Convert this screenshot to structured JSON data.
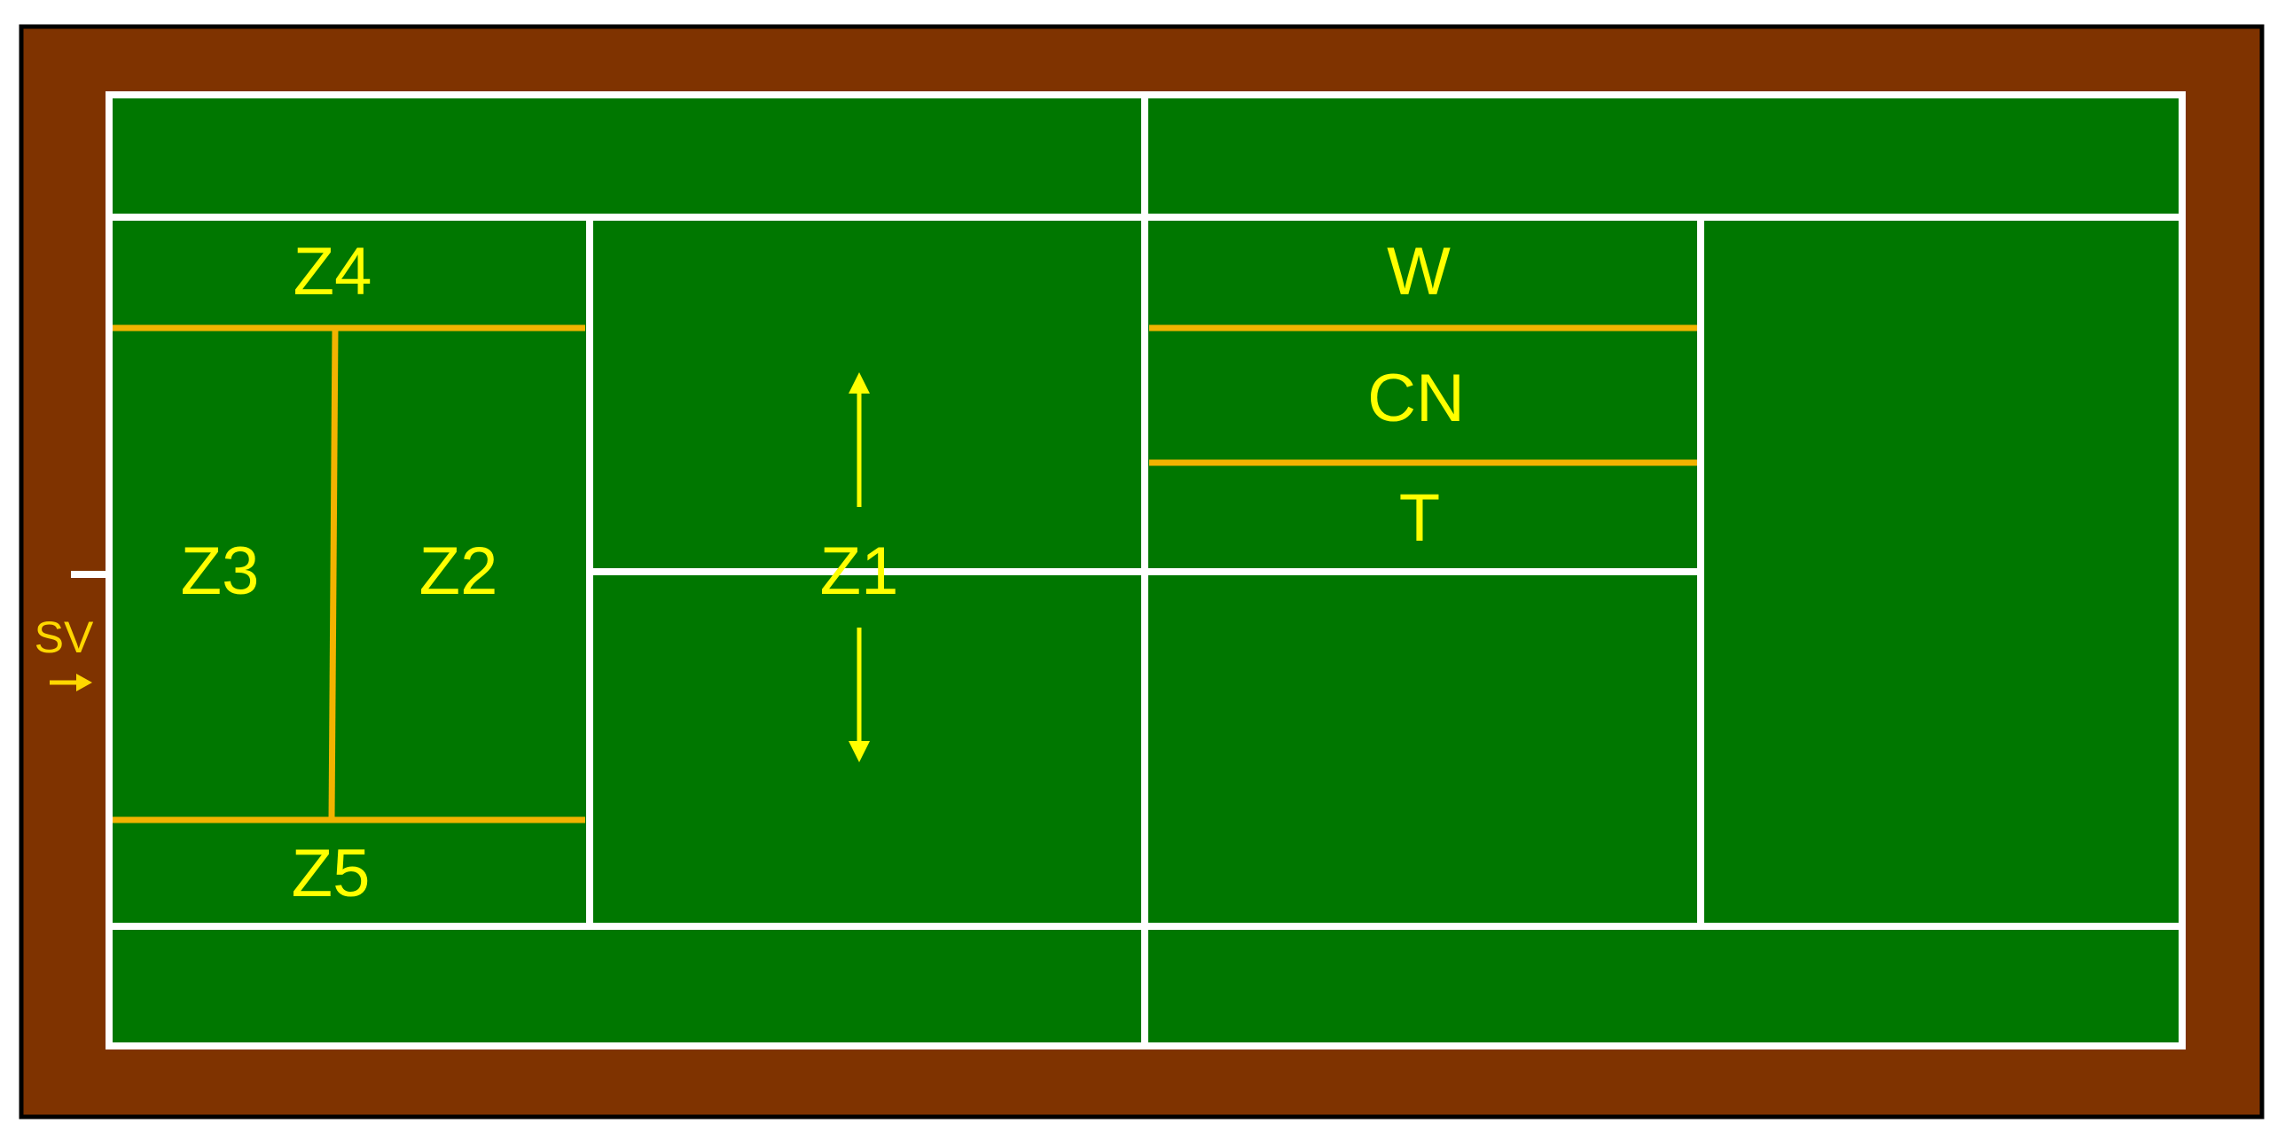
{
  "colors": {
    "surround": "#7f3300",
    "frame": "#000000",
    "court": "#007700",
    "court_lines": "#ffffff",
    "zone_lines": "#f2b300",
    "labels": "#ffff00",
    "sv": "#ffd700"
  },
  "labels": {
    "z1": "Z1",
    "z2": "Z2",
    "z3": "Z3",
    "z4": "Z4",
    "z5": "Z5",
    "w": "W",
    "cn": "CN",
    "t": "T",
    "sv": "SV"
  },
  "icons": {
    "z1_up": "arrow-up-icon",
    "z1_down": "arrow-down-icon",
    "sv_arrow": "arrow-right-icon"
  }
}
